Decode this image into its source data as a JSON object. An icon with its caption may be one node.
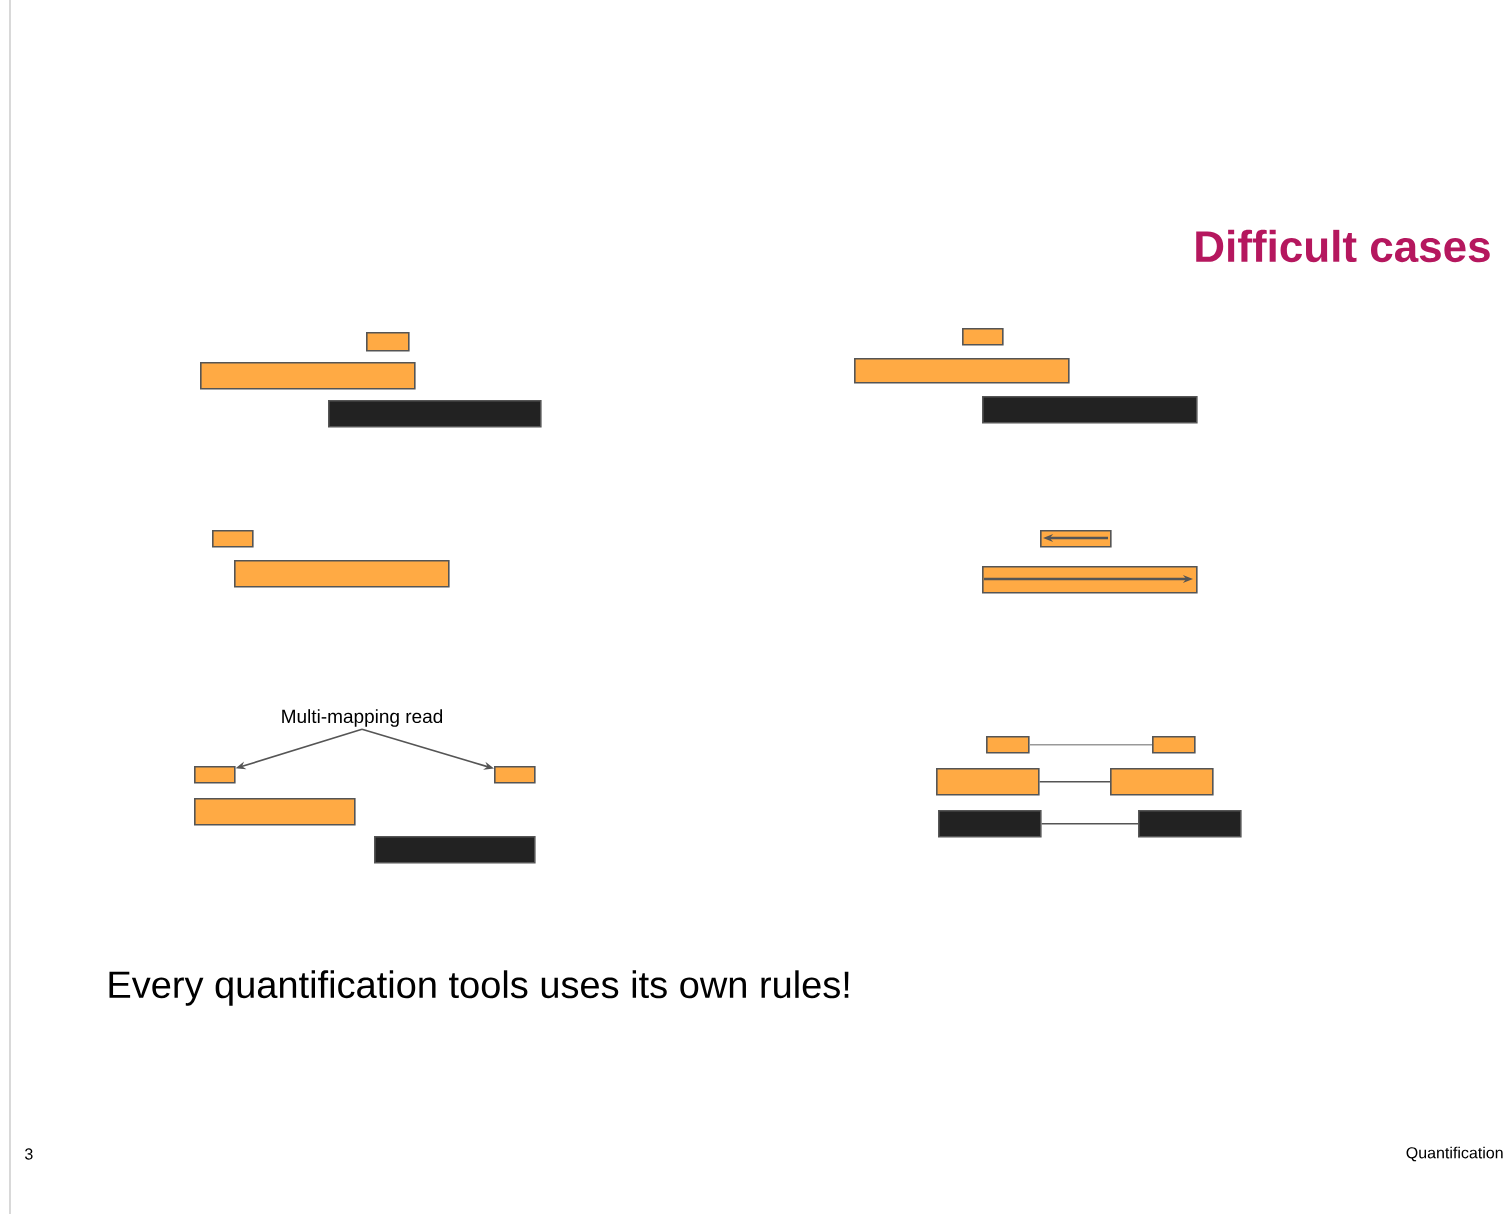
{
  "diagram": {
    "title": "Difficult cases",
    "nodes": [
      {
        "text": [],
        "shape": "bar"
      },
      {
        "text": [],
        "shape": "bar"
      },
      {
        "text": [],
        "shape": "bar"
      },
      {
        "text": [],
        "shape": "bar"
      },
      {
        "text": [],
        "shape": "bar"
      },
      {
        "text": [],
        "shape": "bar"
      },
      {
        "text": [],
        "shape": "bar"
      },
      {
        "text": [],
        "shape": "bar"
      },
      {
        "text": [],
        "shape": "bar"
      },
      {
        "text": [],
        "shape": "bar"
      },
      {
        "text": [
          "Multi-mapping read"
        ]
      },
      {
        "text": [],
        "shape": "bar"
      },
      {
        "text": [],
        "shape": "bar"
      },
      {
        "text": [],
        "shape": "bar"
      },
      {
        "text": [],
        "shape": "bar"
      },
      {
        "text": [],
        "shape": "bar"
      },
      {
        "text": [],
        "shape": "bar"
      },
      {
        "text": [],
        "shape": "bar"
      },
      {
        "text": [],
        "shape": "bar"
      },
      {
        "text": [],
        "shape": "bar"
      },
      {
        "text": [],
        "shape": "bar"
      }
    ],
    "edges": [
      {
        "from": 10,
        "to": 11,
        "arrow": "to"
      },
      {
        "from": 10,
        "to": 12,
        "arrow": "to"
      },
      {
        "from": 15,
        "to": 16,
        "arrow": "none",
        "color": "#999999"
      },
      {
        "from": 17,
        "to": 18,
        "arrow": "none"
      },
      {
        "from": 19,
        "to": 20,
        "arrow": "none"
      }
    ],
    "labels": [
      "Every quantification tools uses its own rules!",
      "3",
      "Quantification"
    ]
  }
}
